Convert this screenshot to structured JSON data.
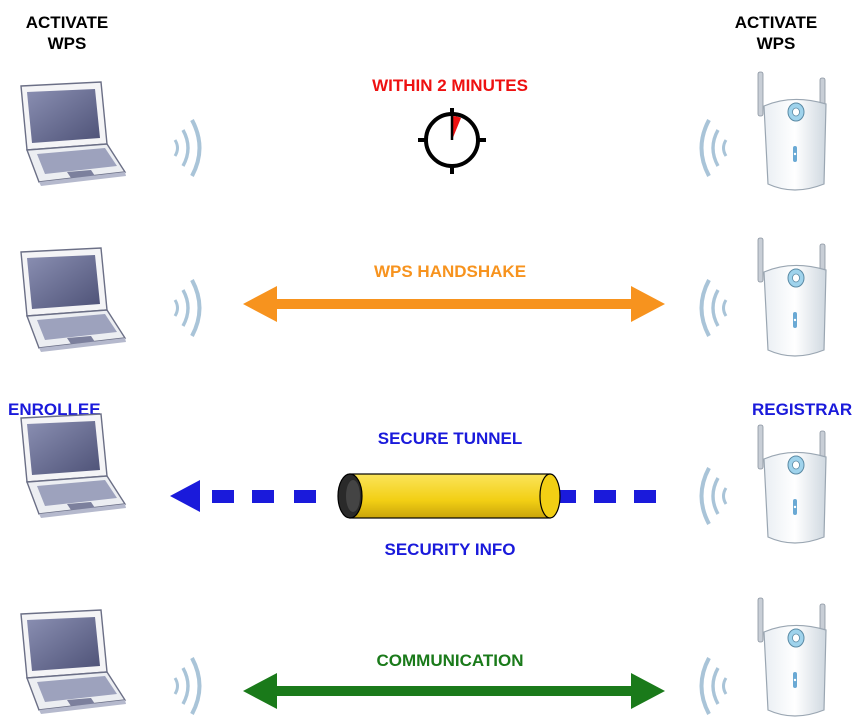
{
  "labels": {
    "activate_left_1": "ACTIVATE",
    "activate_left_2": "WPS",
    "activate_right_1": "ACTIVATE",
    "activate_right_2": "WPS",
    "within": "WITHIN 2 MINUTES",
    "handshake": "WPS HANDSHAKE",
    "enrollee": "ENROLLEE",
    "registrar": "REGISTRAR",
    "secure_tunnel": "SECURE TUNNEL",
    "security_info": "SECURITY INFO",
    "communication": "COMMUNICATION"
  },
  "colors": {
    "within": "#ee1111",
    "handshake": "#f7931e",
    "secure": "#1a1adb",
    "tunnel": "#f2d21a",
    "communication": "#1a7a1a",
    "text": "#000000"
  },
  "icons": {
    "laptop": "laptop-icon",
    "access_point": "access-point-icon",
    "wireless_signal": "wireless-signal-icon",
    "clock": "clock-icon"
  }
}
